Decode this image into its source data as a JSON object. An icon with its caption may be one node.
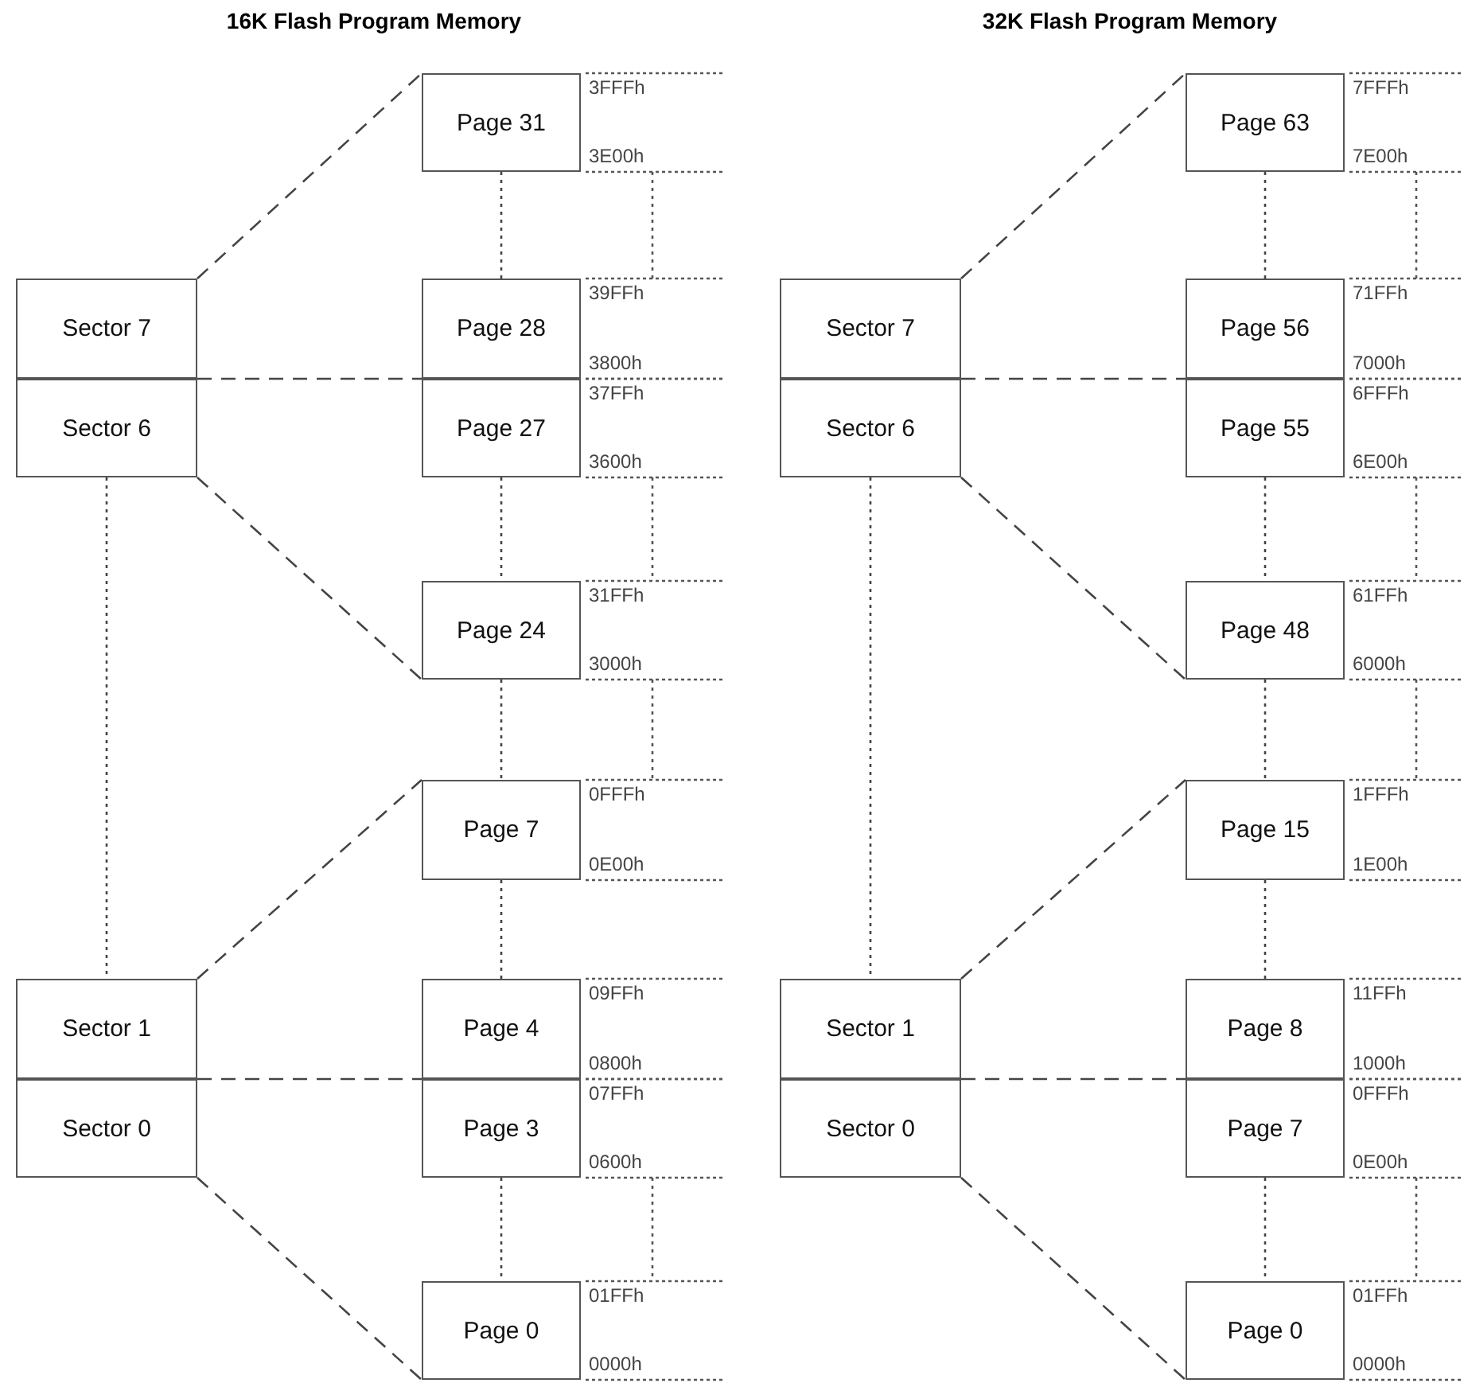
{
  "diagram": {
    "nodes": [
      {
        "text": [
          "Sector 7"
        ]
      },
      {
        "text": [
          "Sector 6"
        ]
      },
      {
        "text": [
          "Sector 1"
        ]
      },
      {
        "text": [
          "Sector 0"
        ]
      },
      {
        "text": [
          "Page 31"
        ],
        "beside": [
          "3FFFh",
          "3E00h"
        ]
      },
      {
        "text": [
          "Page 28"
        ],
        "beside": [
          "39FFh",
          "3800h"
        ]
      },
      {
        "text": [
          "Page 27"
        ],
        "beside": [
          "37FFh",
          "3600h"
        ]
      },
      {
        "text": [
          "Page 24"
        ],
        "beside": [
          "31FFh",
          "3000h"
        ]
      },
      {
        "text": [
          "Page 7"
        ],
        "beside": [
          "0FFFh",
          "0E00h"
        ]
      },
      {
        "text": [
          "Page 4"
        ],
        "beside": [
          "09FFh",
          "0800h"
        ]
      },
      {
        "text": [
          "Page 3"
        ],
        "beside": [
          "07FFh",
          "0600h"
        ]
      },
      {
        "text": [
          "Page 0"
        ],
        "beside": [
          "01FFh",
          "0000h"
        ]
      },
      {
        "text": [
          "Sector 7"
        ]
      },
      {
        "text": [
          "Sector 6"
        ]
      },
      {
        "text": [
          "Sector 1"
        ]
      },
      {
        "text": [
          "Sector 0"
        ]
      },
      {
        "text": [
          "Page 63"
        ],
        "beside": [
          "7FFFh",
          "7E00h"
        ]
      },
      {
        "text": [
          "Page 56"
        ],
        "beside": [
          "71FFh",
          "7000h"
        ]
      },
      {
        "text": [
          "Page 55"
        ],
        "beside": [
          "6FFFh",
          "6E00h"
        ]
      },
      {
        "text": [
          "Page 48"
        ],
        "beside": [
          "61FFh",
          "6000h"
        ]
      },
      {
        "text": [
          "Page 15"
        ],
        "beside": [
          "1FFFh",
          "1E00h"
        ]
      },
      {
        "text": [
          "Page 8"
        ],
        "beside": [
          "11FFh",
          "1000h"
        ]
      },
      {
        "text": [
          "Page 7"
        ],
        "beside": [
          "0FFFh",
          "0E00h"
        ]
      },
      {
        "text": [
          "Page 0"
        ],
        "beside": [
          "01FFh",
          "0000h"
        ]
      }
    ],
    "edges": [
      {
        "from": 0,
        "to": 4,
        "arrow": "none",
        "style": "dashed"
      },
      {
        "from": 0,
        "to": 5,
        "arrow": "none",
        "style": "dashed"
      },
      {
        "from": 1,
        "to": 7,
        "arrow": "none",
        "style": "dashed"
      },
      {
        "from": 2,
        "to": 8,
        "arrow": "none",
        "style": "dashed"
      },
      {
        "from": 2,
        "to": 9,
        "arrow": "none",
        "style": "dashed"
      },
      {
        "from": 3,
        "to": 11,
        "arrow": "none",
        "style": "dashed"
      },
      {
        "from": 12,
        "to": 16,
        "arrow": "none",
        "style": "dashed"
      },
      {
        "from": 12,
        "to": 17,
        "arrow": "none",
        "style": "dashed"
      },
      {
        "from": 13,
        "to": 19,
        "arrow": "none",
        "style": "dashed"
      },
      {
        "from": 14,
        "to": 20,
        "arrow": "none",
        "style": "dashed"
      },
      {
        "from": 14,
        "to": 21,
        "arrow": "none",
        "style": "dashed"
      },
      {
        "from": 15,
        "to": 23,
        "arrow": "none",
        "style": "dashed"
      },
      {
        "from": 1,
        "to": 2,
        "arrow": "none",
        "style": "dashed"
      },
      {
        "from": 4,
        "to": 5,
        "arrow": "none",
        "style": "dashed"
      },
      {
        "from": 6,
        "to": 7,
        "arrow": "none",
        "style": "dashed"
      },
      {
        "from": 7,
        "to": 8,
        "arrow": "none",
        "style": "dashed"
      },
      {
        "from": 8,
        "to": 9,
        "arrow": "none",
        "style": "dashed"
      },
      {
        "from": 10,
        "to": 11,
        "arrow": "none",
        "style": "dashed"
      },
      {
        "from": 13,
        "to": 14,
        "arrow": "none",
        "style": "dashed"
      },
      {
        "from": 16,
        "to": 17,
        "arrow": "none",
        "style": "dashed"
      },
      {
        "from": 18,
        "to": 19,
        "arrow": "none",
        "style": "dashed"
      },
      {
        "from": 19,
        "to": 20,
        "arrow": "none",
        "style": "dashed"
      },
      {
        "from": 20,
        "to": 21,
        "arrow": "none",
        "style": "dashed"
      },
      {
        "from": 22,
        "to": 23,
        "arrow": "none",
        "style": "dashed"
      }
    ],
    "labels": [
      "16K Flash Program Memory",
      "32K Flash Program Memory"
    ]
  }
}
